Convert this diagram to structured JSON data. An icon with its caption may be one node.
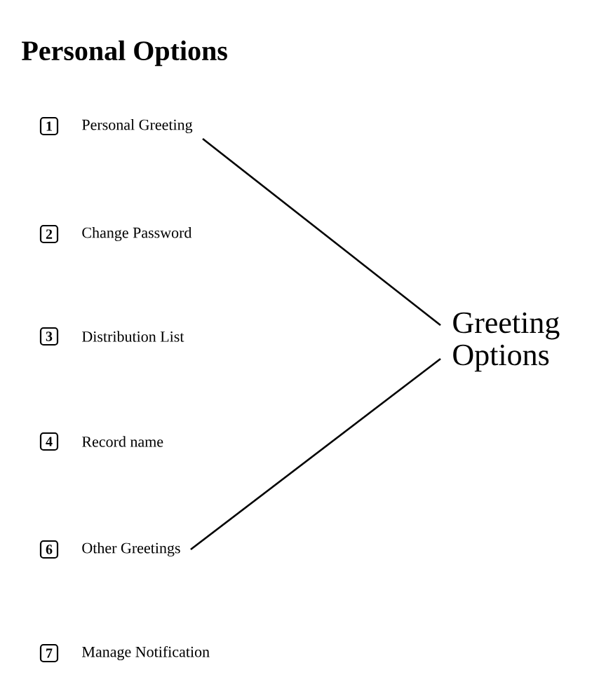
{
  "diagram": {
    "title": "Personal Options",
    "nodes": [
      {
        "text": [
          "1"
        ]
      },
      {
        "text": [
          "Personal Greeting"
        ]
      },
      {
        "text": [
          "2"
        ]
      },
      {
        "text": [
          "Change Password"
        ]
      },
      {
        "text": [
          "3"
        ]
      },
      {
        "text": [
          "Distribution List"
        ]
      },
      {
        "text": [
          "4"
        ]
      },
      {
        "text": [
          "Record name"
        ]
      },
      {
        "text": [
          "6"
        ]
      },
      {
        "text": [
          "Other Greetings"
        ]
      },
      {
        "text": [
          "7"
        ]
      },
      {
        "text": [
          "Manage Notification"
        ]
      },
      {
        "text": [
          "Greeting Options"
        ]
      }
    ],
    "edges": [
      {
        "from": 1,
        "to": 12,
        "arrow": "none"
      },
      {
        "from": 9,
        "to": 12,
        "arrow": "none"
      }
    ]
  }
}
